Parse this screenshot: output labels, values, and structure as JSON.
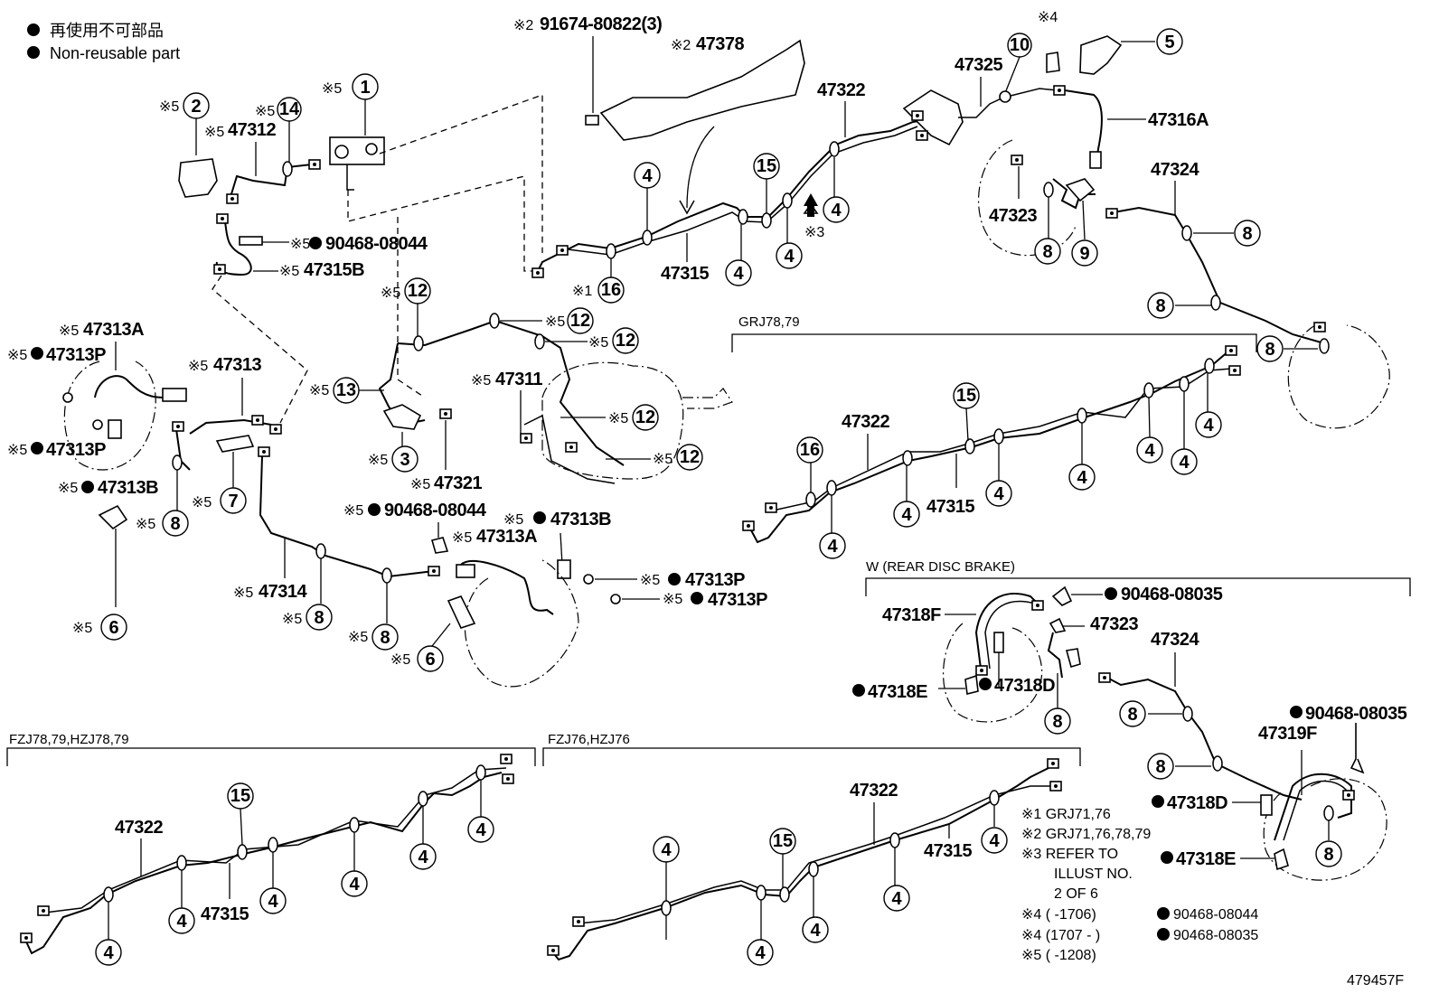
{
  "legend": {
    "jp": "再使用不可部品",
    "en": "Non-reusable part"
  },
  "figure_id": "479457F",
  "mark": {
    "x5": "※5",
    "x4": "※4",
    "x3": "※3",
    "x2": "※2",
    "x1": "※1"
  },
  "callouts": [
    "1",
    "2",
    "3",
    "4",
    "5",
    "6",
    "7",
    "8",
    "9",
    "10",
    "12",
    "13",
    "14",
    "15",
    "16"
  ],
  "parts": {
    "p47312": "47312",
    "p90468_08044": "90468-08044",
    "p47315B": "47315B",
    "p47313A": "47313A",
    "p47313P": "47313P",
    "p47313B": "47313B",
    "p47313": "47313",
    "p47321": "47321",
    "p47314": "47314",
    "p47311": "47311",
    "p91674": "91674-80822(3)",
    "p47378": "47378",
    "p47315": "47315",
    "p47322": "47322",
    "p47325": "47325",
    "p47316A": "47316A",
    "p47324": "47324",
    "p47323": "47323",
    "p47318F": "47318F",
    "p90468_08035": "90468-08035",
    "p47318E": "47318E",
    "p47318D": "47318D",
    "p47319F": "47319F"
  },
  "sections": {
    "grj": "GRJ78,79",
    "rear_disc": "W (REAR DISC BRAKE)",
    "fzj78": "FZJ78,79,HZJ78,79",
    "fzj76": "FZJ76,HZJ76"
  },
  "notes": {
    "n1": "※1 GRJ71,76",
    "n2": "※2 GRJ71,76,78,79",
    "n3a": "※3 REFER TO",
    "n3b": "ILLUST NO.",
    "n3c": "2 OF 6",
    "n4a": "※4 (       -1706)",
    "n4b": "※4 (1707 -      )",
    "n5": "※5 (       -1208)"
  }
}
